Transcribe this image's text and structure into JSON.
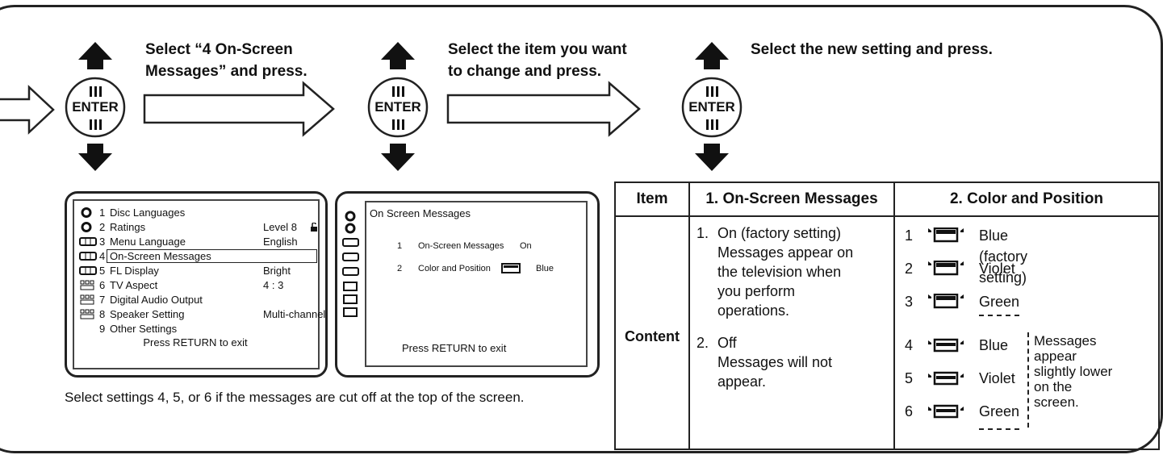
{
  "steps": [
    {
      "text": "Select “4 On-Screen\nMessages” and press."
    },
    {
      "text": "Select the item you want\nto change and press."
    },
    {
      "text": "Select the new setting and press."
    }
  ],
  "enter_button": {
    "label": "ENTER"
  },
  "screen1": {
    "items": [
      {
        "num": "1",
        "label": "Disc Languages",
        "value": ""
      },
      {
        "num": "2",
        "label": "Ratings",
        "value": "Level  8"
      },
      {
        "num": "3",
        "label": "Menu Language",
        "value": "English"
      },
      {
        "num": "4",
        "label": "On-Screen Messages",
        "value": ""
      },
      {
        "num": "5",
        "label": "FL Display",
        "value": "Bright"
      },
      {
        "num": "6",
        "label": "TV Aspect",
        "value": "4 : 3"
      },
      {
        "num": "7",
        "label": "Digital Audio Output",
        "value": ""
      },
      {
        "num": "8",
        "label": "Speaker Setting",
        "value": "Multi-channel"
      },
      {
        "num": "9",
        "label": "Other Settings",
        "value": ""
      }
    ],
    "footer": "Press RETURN to exit"
  },
  "screen2": {
    "title": "On Screen Messages",
    "items": [
      {
        "num": "1",
        "label": "On-Screen Messages",
        "value": "On"
      },
      {
        "num": "2",
        "label": "Color and Position",
        "value": "Blue"
      }
    ],
    "footer": "Press RETURN to exit"
  },
  "note": "Select settings 4, 5, or 6 if the messages are cut off at the top of the screen.",
  "table": {
    "headers": [
      "Item",
      "1. On-Screen Messages",
      "2. Color and Position"
    ],
    "row_label": "Content",
    "messages_options": [
      {
        "num": "1.",
        "text": "On (factory setting)\nMessages appear on\nthe television when\nyou perform\noperations."
      },
      {
        "num": "2.",
        "text": "Off\nMessages will not\nappear."
      }
    ],
    "colors": [
      {
        "num": "1",
        "name": "Blue (factory setting)"
      },
      {
        "num": "2",
        "name": "Violet"
      },
      {
        "num": "3",
        "name": "Green"
      },
      {
        "num": "4",
        "name": "Blue"
      },
      {
        "num": "5",
        "name": "Violet"
      },
      {
        "num": "6",
        "name": "Green"
      }
    ],
    "lower_note": "Messages\nappear\nslightly lower\non the\nscreen."
  }
}
